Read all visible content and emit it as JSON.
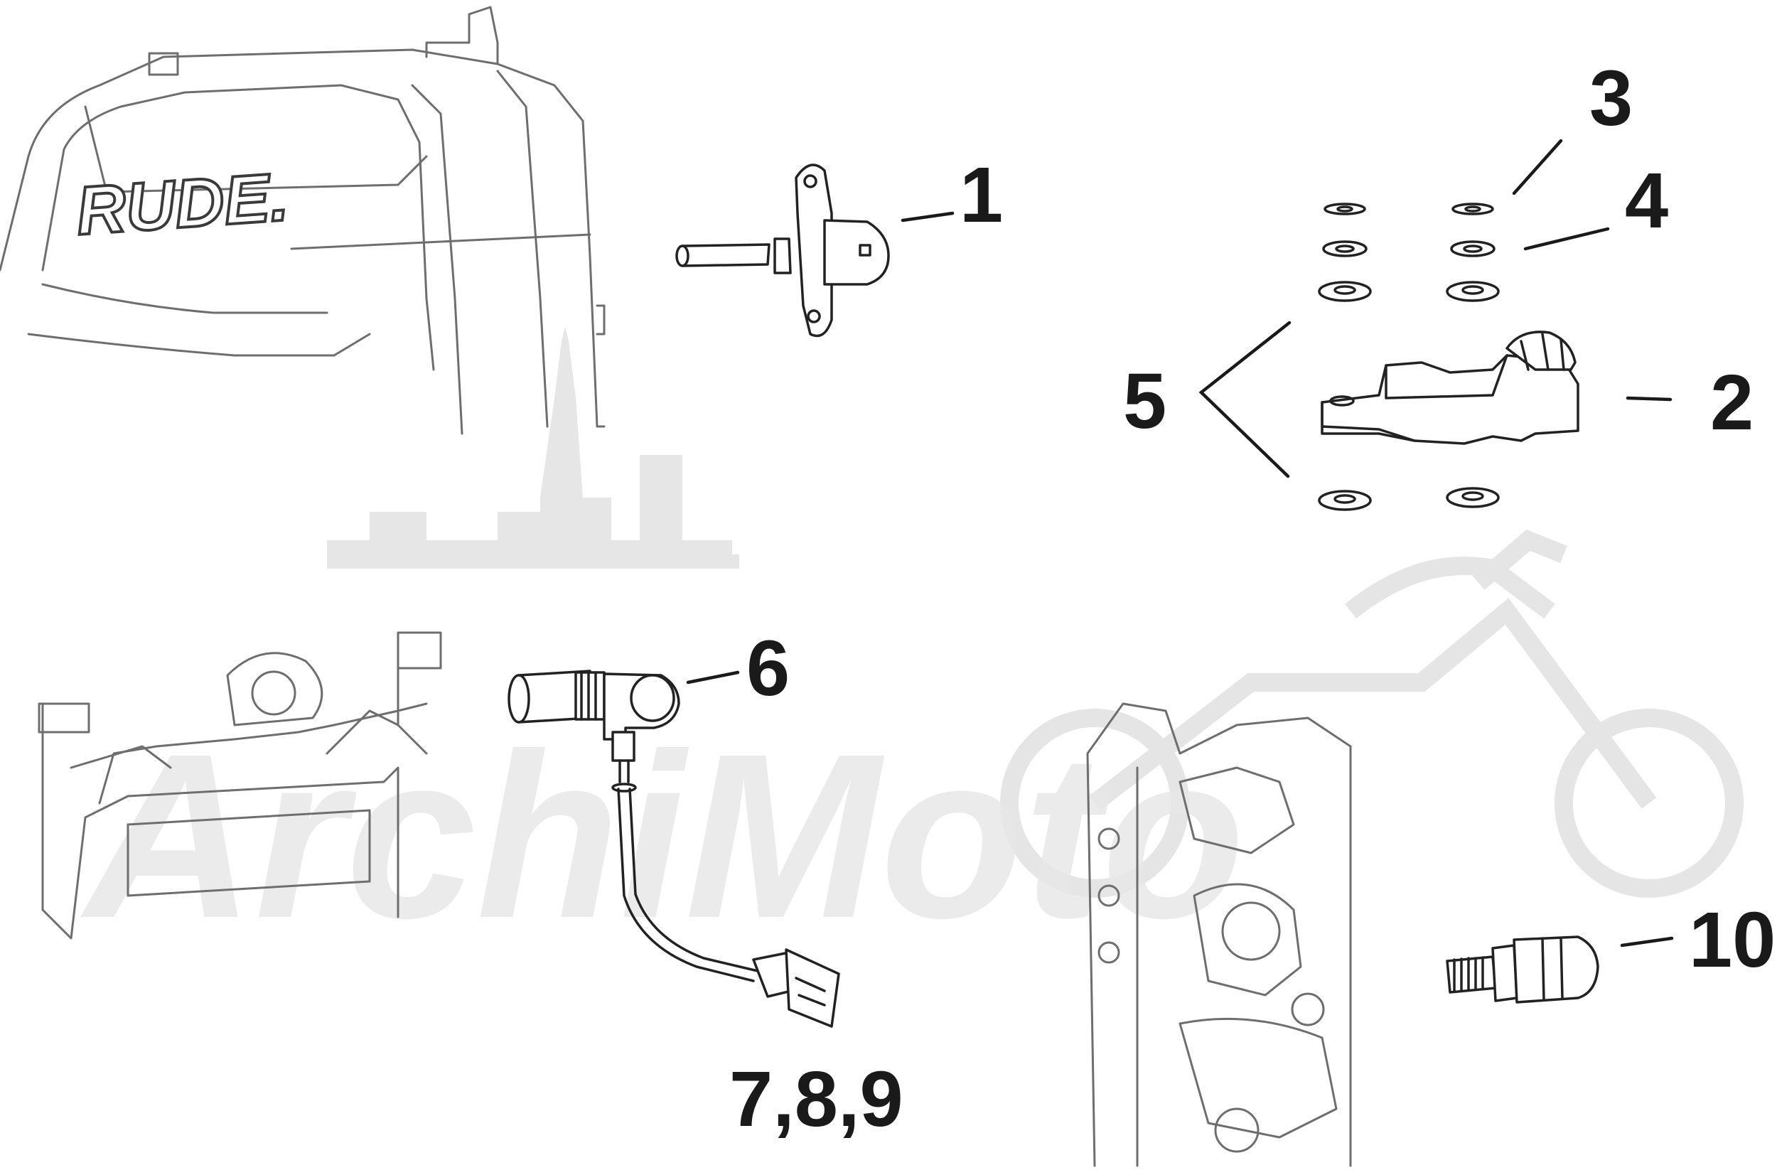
{
  "brand_text": "RUDE.",
  "watermark_text": "ArchiMoto",
  "callouts": {
    "c1": "1",
    "c2": "2",
    "c3": "3",
    "c4": "4",
    "c5": "5",
    "c6": "6",
    "c789": "7,8,9",
    "c10": "10"
  },
  "colors": {
    "line": "#222222",
    "watermark": "#e6e6e6",
    "background": "#ffffff"
  }
}
